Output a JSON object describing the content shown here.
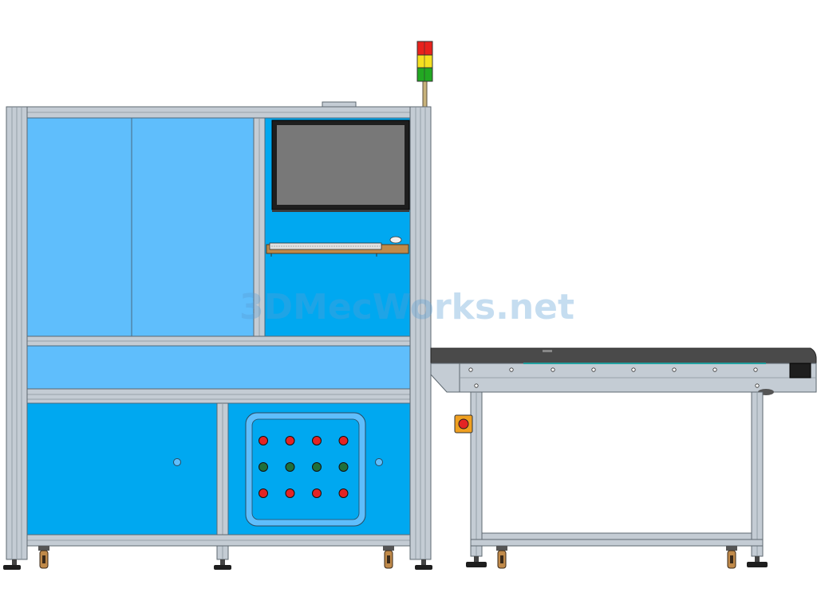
{
  "title": "",
  "watermark": {
    "text": "3DMecWorks.net",
    "color": "#5a9fd4"
  },
  "colors": {
    "panel_light": "#5fbefc",
    "panel_mid": "#00a8f0",
    "frame": "#c4ccd4",
    "frame_edge": "#5e6870",
    "monitor": "#787878",
    "belt": "#4a4a4a",
    "tray": "#c08a4a",
    "light_red": "#e8221c",
    "light_yellow": "#f5e020",
    "light_green": "#22a822",
    "button_red": "#e42424",
    "button_green": "#1f6f3a",
    "estop_housing": "#f0a020"
  },
  "components": {
    "signal_tower": {
      "lights": [
        "red",
        "yellow",
        "green"
      ]
    },
    "button_panel": {
      "rows": [
        [
          "red",
          "red",
          "red",
          "red"
        ],
        [
          "green",
          "green",
          "green",
          "green"
        ],
        [
          "red",
          "red",
          "red",
          "red"
        ]
      ]
    },
    "casters": {
      "cabinet": 2,
      "conveyor": 2
    },
    "conveyor": {
      "belt_color": "dark-gray"
    }
  }
}
